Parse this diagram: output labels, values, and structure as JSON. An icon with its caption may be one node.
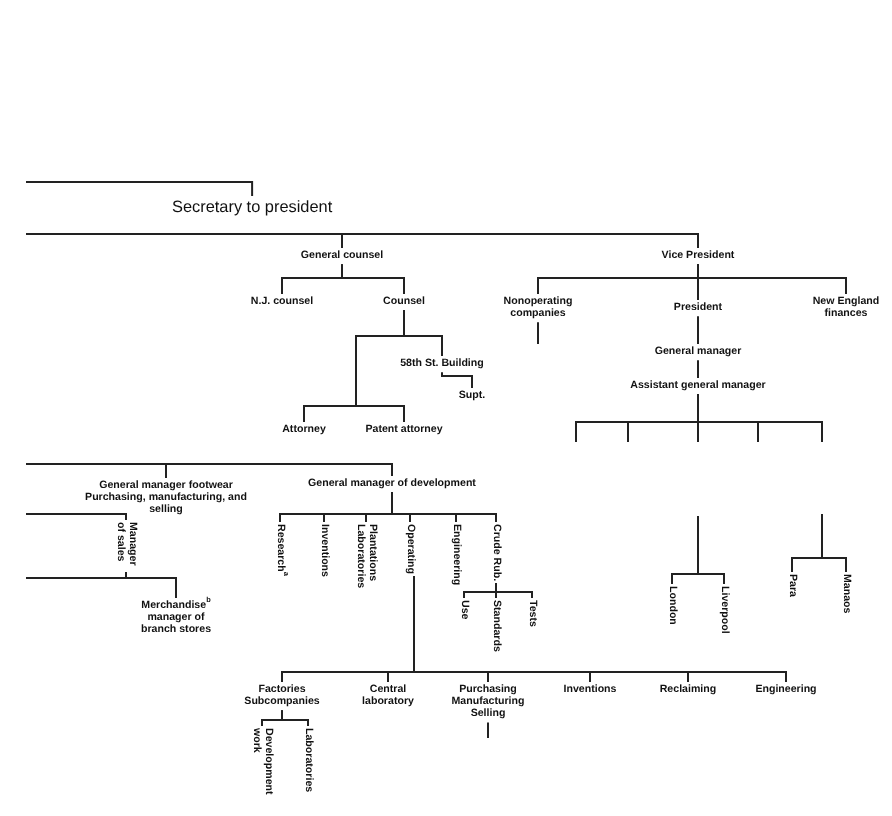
{
  "diagram": {
    "nodes": [
      {
        "text": [
          "Secretary to president"
        ]
      },
      {
        "text": [
          "General counsel"
        ]
      },
      {
        "text": [
          "Vice President"
        ]
      },
      {
        "text": [
          "N.J. counsel"
        ]
      },
      {
        "text": [
          "Counsel"
        ]
      },
      {
        "text": [
          "Nonoperating companies"
        ]
      },
      {
        "text": [
          "President"
        ]
      },
      {
        "text": [
          "New England finances"
        ]
      },
      {
        "text": [
          "58th St. Building"
        ]
      },
      {
        "text": [
          "General manager"
        ]
      },
      {
        "text": [
          "Supt."
        ]
      },
      {
        "text": [
          "Assistant general manager"
        ]
      },
      {
        "text": [
          "Attorney"
        ]
      },
      {
        "text": [
          "Patent attorney"
        ]
      },
      {
        "text": [
          "General manager footwear Purchasing, manufacturing, and selling"
        ]
      },
      {
        "text": [
          "General manager of development"
        ]
      },
      {
        "text": [
          "Manager of sales"
        ]
      },
      {
        "text": [
          "Research$^{a}$"
        ]
      },
      {
        "text": [
          "Inventions"
        ]
      },
      {
        "text": [
          "Plantations Laboratories"
        ]
      },
      {
        "text": [
          "Operating"
        ]
      },
      {
        "text": [
          "Engineering"
        ]
      },
      {
        "text": [
          "Crude Rub."
        ]
      },
      {
        "text": [
          "London"
        ]
      },
      {
        "text": [
          "Liverpool"
        ]
      },
      {
        "text": [
          "Para"
        ]
      },
      {
        "text": [
          "Manaos"
        ]
      },
      {
        "text": [
          "Use"
        ]
      },
      {
        "text": [
          "Standards"
        ]
      },
      {
        "text": [
          "Tests"
        ]
      },
      {
        "text": [
          "Merchandise$^{b}$ manager of branch stores"
        ]
      },
      {
        "text": [
          "Factories Subcompanies"
        ]
      },
      {
        "text": [
          "Central laboratory"
        ]
      },
      {
        "text": [
          "Purchasing Manufacturing Selling"
        ]
      },
      {
        "text": [
          "Inventions"
        ]
      },
      {
        "text": [
          "Reclaiming"
        ]
      },
      {
        "text": [
          "Engineering"
        ]
      },
      {
        "text": [
          "Development work"
        ]
      },
      {
        "text": [
          "Laboratories"
        ]
      }
    ],
    "edges": [
      {
        "from": null,
        "to": 0,
        "arrow": "none"
      },
      {
        "from": null,
        "to": 1,
        "arrow": "none"
      },
      {
        "from": null,
        "to": 2,
        "arrow": "none"
      },
      {
        "from": 1,
        "to": 3,
        "arrow": "none"
      },
      {
        "from": 1,
        "to": 4,
        "arrow": "none"
      },
      {
        "from": 2,
        "to": 5,
        "arrow": "none"
      },
      {
        "from": 2,
        "to": 6,
        "arrow": "none"
      },
      {
        "from": 2,
        "to": 7,
        "arrow": "none"
      },
      {
        "from": 4,
        "to": 12,
        "arrow": "none"
      },
      {
        "from": 4,
        "to": 13,
        "arrow": "none"
      },
      {
        "from": 4,
        "to": 8,
        "arrow": "none"
      },
      {
        "from": 8,
        "to": 10,
        "arrow": "none"
      },
      {
        "from": 5,
        "to": null,
        "arrow": "none"
      },
      {
        "from": 6,
        "to": 9,
        "arrow": "none"
      },
      {
        "from": 9,
        "to": 11,
        "arrow": "none"
      },
      {
        "from": 11,
        "to": null,
        "arrow": "none"
      },
      {
        "from": 11,
        "to": null,
        "arrow": "none"
      },
      {
        "from": 11,
        "to": null,
        "arrow": "none"
      },
      {
        "from": 11,
        "to": null,
        "arrow": "none"
      },
      {
        "from": 11,
        "to": null,
        "arrow": "none"
      },
      {
        "from": null,
        "to": 23,
        "arrow": "none"
      },
      {
        "from": null,
        "to": 24,
        "arrow": "none"
      },
      {
        "from": null,
        "to": 25,
        "arrow": "none"
      },
      {
        "from": null,
        "to": 26,
        "arrow": "none"
      },
      {
        "from": null,
        "to": 14,
        "arrow": "none"
      },
      {
        "from": null,
        "to": 15,
        "arrow": "none"
      },
      {
        "from": null,
        "to": 16,
        "arrow": "none"
      },
      {
        "from": 16,
        "to": 30,
        "arrow": "none"
      },
      {
        "from": null,
        "to": 30,
        "arrow": "none"
      },
      {
        "from": 15,
        "to": 17,
        "arrow": "none"
      },
      {
        "from": 15,
        "to": 18,
        "arrow": "none"
      },
      {
        "from": 15,
        "to": 19,
        "arrow": "none"
      },
      {
        "from": 15,
        "to": 20,
        "arrow": "none"
      },
      {
        "from": 15,
        "to": 21,
        "arrow": "none"
      },
      {
        "from": 15,
        "to": 22,
        "arrow": "none"
      },
      {
        "from": 22,
        "to": 27,
        "arrow": "none"
      },
      {
        "from": 22,
        "to": 28,
        "arrow": "none"
      },
      {
        "from": 22,
        "to": 29,
        "arrow": "none"
      },
      {
        "from": 20,
        "to": 31,
        "arrow": "none"
      },
      {
        "from": 20,
        "to": 32,
        "arrow": "none"
      },
      {
        "from": 20,
        "to": 33,
        "arrow": "none"
      },
      {
        "from": 20,
        "to": 34,
        "arrow": "none"
      },
      {
        "from": 20,
        "to": 35,
        "arrow": "none"
      },
      {
        "from": 20,
        "to": 36,
        "arrow": "none"
      },
      {
        "from": 31,
        "to": 37,
        "arrow": "none"
      },
      {
        "from": 31,
        "to": 38,
        "arrow": "none"
      },
      {
        "from": 33,
        "to": null,
        "arrow": "none"
      }
    ]
  }
}
